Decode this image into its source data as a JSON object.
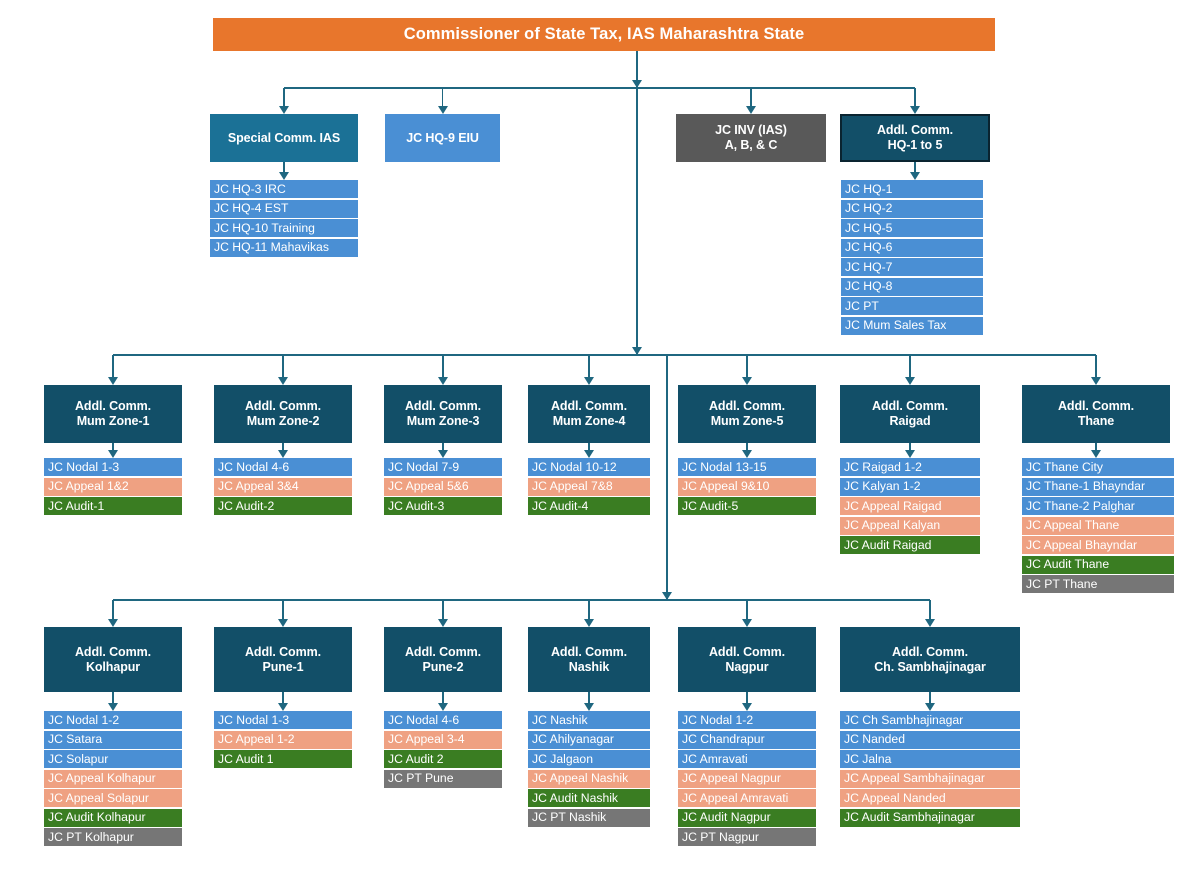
{
  "colors": {
    "title_bg": "#E8762C",
    "teal": "#1B7196",
    "blue_head": "#4A8FD4",
    "gray": "#595959",
    "navy": "#124F68",
    "navy_dark_border": "#0A2430",
    "chip_blue": "#4A8FD4",
    "chip_salmon": "#EFA182",
    "chip_green": "#3A7D22",
    "chip_gray": "#767676",
    "line": "#1F6780",
    "text_white": "#FFFFFF"
  },
  "chart_data": {
    "type": "diagram",
    "title": "Commissioner of State Tax, IAS Maharashtra State",
    "description": "Organisational hierarchy chart of the Maharashtra State Tax department"
  },
  "root": {
    "label": "Commissioner of State Tax, IAS Maharashtra State"
  },
  "level2": [
    {
      "id": "special-comm",
      "line1": "Special Comm. IAS",
      "line2": "",
      "style": "teal",
      "children": [
        {
          "label": "JC HQ-3 IRC",
          "style": "blue"
        },
        {
          "label": "JC HQ-4 EST",
          "style": "blue"
        },
        {
          "label": "JC HQ-10 Training",
          "style": "blue"
        },
        {
          "label": "JC HQ-11 Mahavikas",
          "style": "blue"
        }
      ]
    },
    {
      "id": "jc-hq-9-eiu",
      "line1": "JC HQ-9 EIU",
      "line2": "",
      "style": "blue-head",
      "children": []
    },
    {
      "id": "jc-inv-ias",
      "line1": "JC INV (IAS)",
      "line2": "A, B, & C",
      "style": "gray",
      "children": []
    },
    {
      "id": "addl-comm-hq",
      "line1": "Addl. Comm.",
      "line2": "HQ-1 to 5",
      "style": "navy-bordered",
      "children": [
        {
          "label": "JC HQ-1",
          "style": "blue"
        },
        {
          "label": "JC HQ-2",
          "style": "blue"
        },
        {
          "label": "JC HQ-5",
          "style": "blue"
        },
        {
          "label": "JC HQ-6",
          "style": "blue"
        },
        {
          "label": "JC HQ-7",
          "style": "blue"
        },
        {
          "label": "JC HQ-8",
          "style": "blue"
        },
        {
          "label": "JC PT",
          "style": "blue"
        },
        {
          "label": "JC Mum Sales Tax",
          "style": "blue"
        }
      ]
    }
  ],
  "level3": [
    {
      "id": "mum-zone-1",
      "line1": "Addl. Comm.",
      "line2": "Mum Zone-1",
      "children": [
        {
          "label": "JC Nodal 1-3",
          "style": "blue"
        },
        {
          "label": "JC Appeal 1&2",
          "style": "salmon"
        },
        {
          "label": "JC Audit-1",
          "style": "green"
        }
      ]
    },
    {
      "id": "mum-zone-2",
      "line1": "Addl. Comm.",
      "line2": "Mum Zone-2",
      "children": [
        {
          "label": "JC Nodal 4-6",
          "style": "blue"
        },
        {
          "label": "JC Appeal 3&4",
          "style": "salmon"
        },
        {
          "label": "JC Audit-2",
          "style": "green"
        }
      ]
    },
    {
      "id": "mum-zone-3",
      "line1": "Addl. Comm.",
      "line2": "Mum Zone-3",
      "children": [
        {
          "label": "JC Nodal 7-9",
          "style": "blue"
        },
        {
          "label": "JC Appeal 5&6",
          "style": "salmon"
        },
        {
          "label": "JC Audit-3",
          "style": "green"
        }
      ]
    },
    {
      "id": "mum-zone-4",
      "line1": "Addl. Comm.",
      "line2": "Mum Zone-4",
      "children": [
        {
          "label": "JC Nodal 10-12",
          "style": "blue"
        },
        {
          "label": "JC Appeal 7&8",
          "style": "salmon"
        },
        {
          "label": "JC Audit-4",
          "style": "green"
        }
      ]
    },
    {
      "id": "mum-zone-5",
      "line1": "Addl. Comm.",
      "line2": "Mum Zone-5",
      "children": [
        {
          "label": "JC Nodal 13-15",
          "style": "blue"
        },
        {
          "label": "JC Appeal 9&10",
          "style": "salmon"
        },
        {
          "label": "JC Audit-5",
          "style": "green"
        }
      ]
    },
    {
      "id": "raigad",
      "line1": "Addl. Comm.",
      "line2": "Raigad",
      "children": [
        {
          "label": "JC Raigad 1-2",
          "style": "blue"
        },
        {
          "label": "JC Kalyan 1-2",
          "style": "blue"
        },
        {
          "label": "JC Appeal Raigad",
          "style": "salmon"
        },
        {
          "label": "JC Appeal Kalyan",
          "style": "salmon"
        },
        {
          "label": "JC Audit Raigad",
          "style": "green"
        }
      ]
    },
    {
      "id": "thane",
      "line1": "Addl. Comm.",
      "line2": "Thane",
      "children": [
        {
          "label": "JC Thane City",
          "style": "blue"
        },
        {
          "label": "JC Thane-1 Bhayndar",
          "style": "blue"
        },
        {
          "label": "JC Thane-2 Palghar",
          "style": "blue"
        },
        {
          "label": "JC Appeal Thane",
          "style": "salmon"
        },
        {
          "label": "JC Appeal Bhayndar",
          "style": "salmon"
        },
        {
          "label": "JC Audit Thane",
          "style": "green"
        },
        {
          "label": "JC PT Thane",
          "style": "gray"
        }
      ]
    }
  ],
  "level4": [
    {
      "id": "kolhapur",
      "line1": "Addl. Comm.",
      "line2": "Kolhapur",
      "children": [
        {
          "label": "JC Nodal 1-2",
          "style": "blue"
        },
        {
          "label": "JC Satara",
          "style": "blue"
        },
        {
          "label": "JC Solapur",
          "style": "blue"
        },
        {
          "label": "JC Appeal Kolhapur",
          "style": "salmon"
        },
        {
          "label": "JC Appeal Solapur",
          "style": "salmon"
        },
        {
          "label": "JC Audit Kolhapur",
          "style": "green"
        },
        {
          "label": "JC PT Kolhapur",
          "style": "gray"
        }
      ]
    },
    {
      "id": "pune-1",
      "line1": "Addl. Comm.",
      "line2": "Pune-1",
      "children": [
        {
          "label": "JC Nodal 1-3",
          "style": "blue"
        },
        {
          "label": "JC Appeal 1-2",
          "style": "salmon"
        },
        {
          "label": "JC Audit 1",
          "style": "green"
        }
      ]
    },
    {
      "id": "pune-2",
      "line1": "Addl. Comm.",
      "line2": "Pune-2",
      "children": [
        {
          "label": "JC Nodal 4-6",
          "style": "blue"
        },
        {
          "label": "JC Appeal 3-4",
          "style": "salmon"
        },
        {
          "label": "JC Audit 2",
          "style": "green"
        },
        {
          "label": "JC PT Pune",
          "style": "gray"
        }
      ]
    },
    {
      "id": "nashik",
      "line1": "Addl. Comm.",
      "line2": "Nashik",
      "children": [
        {
          "label": "JC Nashik",
          "style": "blue"
        },
        {
          "label": "JC Ahilyanagar",
          "style": "blue"
        },
        {
          "label": "JC Jalgaon",
          "style": "blue"
        },
        {
          "label": "JC Appeal Nashik",
          "style": "salmon"
        },
        {
          "label": "JC Audit Nashik",
          "style": "green"
        },
        {
          "label": "JC PT Nashik",
          "style": "gray"
        }
      ]
    },
    {
      "id": "nagpur",
      "line1": "Addl. Comm.",
      "line2": "Nagpur",
      "children": [
        {
          "label": "JC Nodal 1-2",
          "style": "blue"
        },
        {
          "label": "JC Chandrapur",
          "style": "blue"
        },
        {
          "label": "JC Amravati",
          "style": "blue"
        },
        {
          "label": "JC Appeal Nagpur",
          "style": "salmon"
        },
        {
          "label": "JC Appeal Amravati",
          "style": "salmon"
        },
        {
          "label": "JC Audit Nagpur",
          "style": "green"
        },
        {
          "label": "JC PT Nagpur",
          "style": "gray"
        }
      ]
    },
    {
      "id": "ch-sambhajinagar",
      "line1": "Addl. Comm.",
      "line2": "Ch. Sambhajinagar",
      "children": [
        {
          "label": "JC Ch Sambhajinagar",
          "style": "blue"
        },
        {
          "label": "JC Nanded",
          "style": "blue"
        },
        {
          "label": "JC Jalna",
          "style": "blue"
        },
        {
          "label": "JC Appeal Sambhajinagar",
          "style": "salmon"
        },
        {
          "label": "JC Appeal Nanded",
          "style": "salmon"
        },
        {
          "label": "JC Audit Sambhajinagar",
          "style": "green"
        }
      ]
    }
  ]
}
